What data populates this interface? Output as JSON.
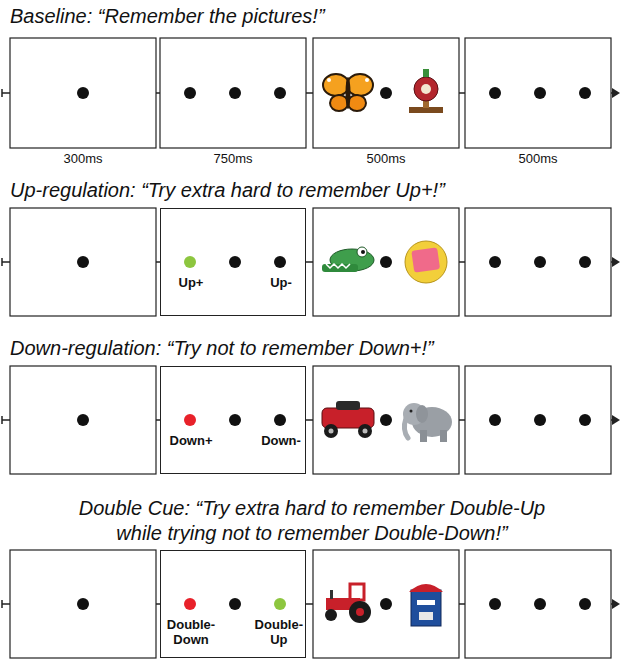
{
  "diagram": {
    "nodes": [
      {
        "text": [
          "Up+",
          "Up-"
        ]
      },
      {
        "text": [
          "Down+",
          "Down-"
        ]
      },
      {
        "text": [
          "Double- Down",
          "Double- Up"
        ]
      }
    ],
    "labels": [
      "Baseline: “Remember the pictures!”",
      "300ms",
      "750ms",
      "500ms",
      "500ms",
      "Up-regulation: “Try extra hard to remember Up+!”",
      "Down-regulation: “Try not to remember Down+!”",
      "Double Cue: “Try extra hard to remember Double-Up while trying not to remember Double-Down!”"
    ]
  }
}
